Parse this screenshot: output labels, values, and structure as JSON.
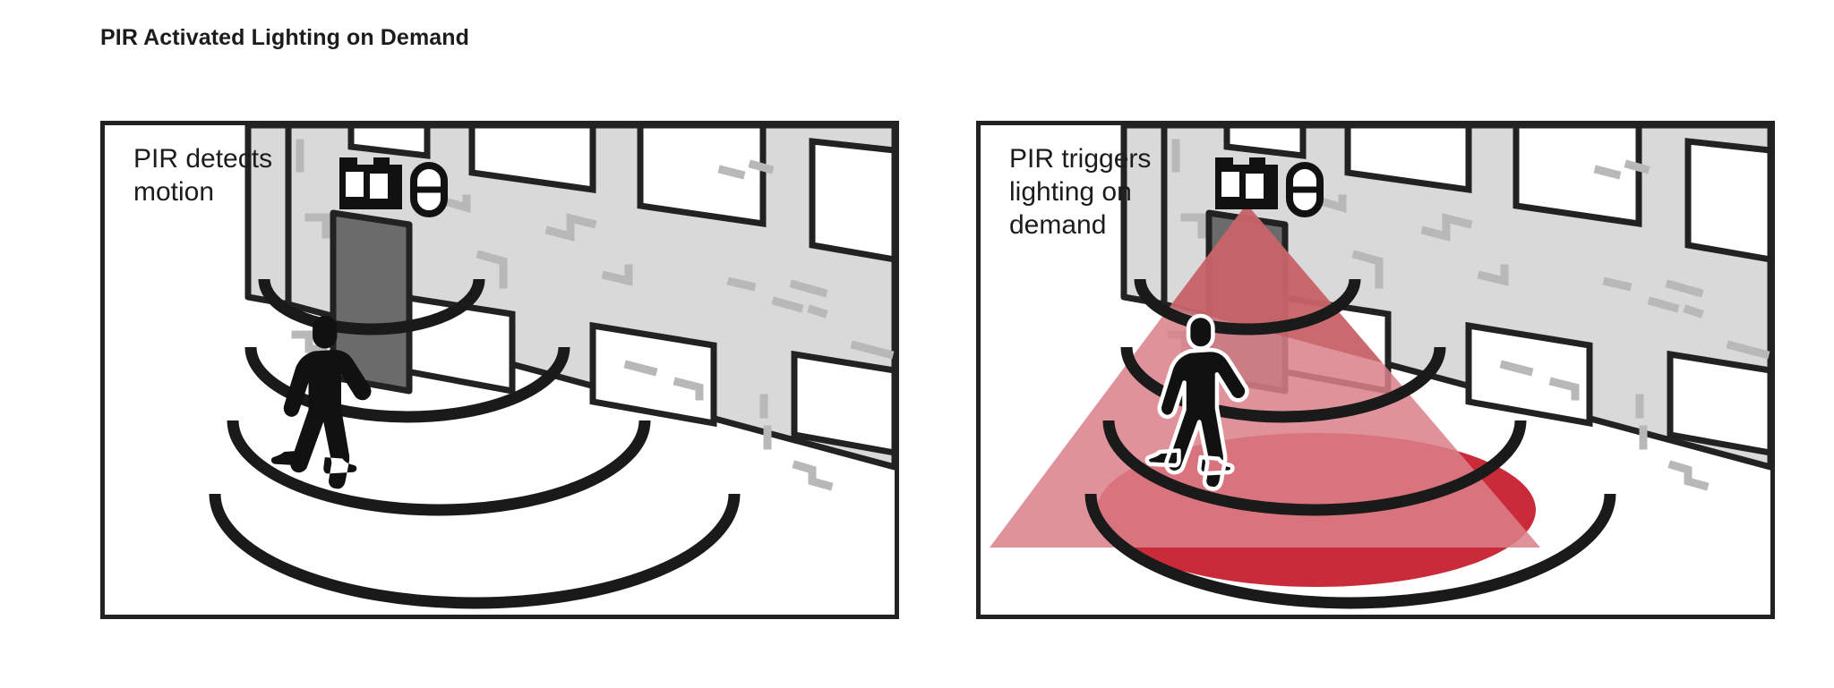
{
  "figure": {
    "title": "PIR Activated Lighting on Demand",
    "panels": [
      {
        "id": "pir-detects-motion",
        "caption": "PIR detects\nmotion",
        "state": "motion detected, lighting off",
        "elements": {
          "floodlight_icon": "floodlight-fixture-icon",
          "sensor_icon": "pir-sensor-icon",
          "person": "walking-person-silhouette",
          "motion_waves": 4,
          "light_cone_visible": false,
          "light_pool_visible": false
        }
      },
      {
        "id": "pir-triggers-lighting",
        "caption": "PIR triggers\nlighting on\ndemand",
        "state": "lighting triggered on",
        "elements": {
          "floodlight_icon": "floodlight-fixture-icon",
          "sensor_icon": "pir-sensor-icon",
          "person": "walking-person-silhouette",
          "motion_waves": 4,
          "light_cone_visible": true,
          "light_pool_visible": true
        }
      }
    ]
  },
  "colors": {
    "ink": "#222222",
    "facade_gray": "#D9D9D9",
    "facade_texture_gray": "#B8B8B8",
    "door_gray": "#6B6B6B",
    "window_white": "#FFFFFF",
    "light_cone_pink": "#DB8089",
    "light_pool_red": "#C92B3B",
    "background": "#FFFFFF"
  },
  "chart_data": {
    "type": "diagram",
    "title": "PIR Activated Lighting on Demand",
    "panels": [
      {
        "label": "PIR detects motion",
        "lighting": "off",
        "waves": 4
      },
      {
        "label": "PIR triggers lighting on demand",
        "lighting": "on",
        "waves": 4
      }
    ]
  }
}
